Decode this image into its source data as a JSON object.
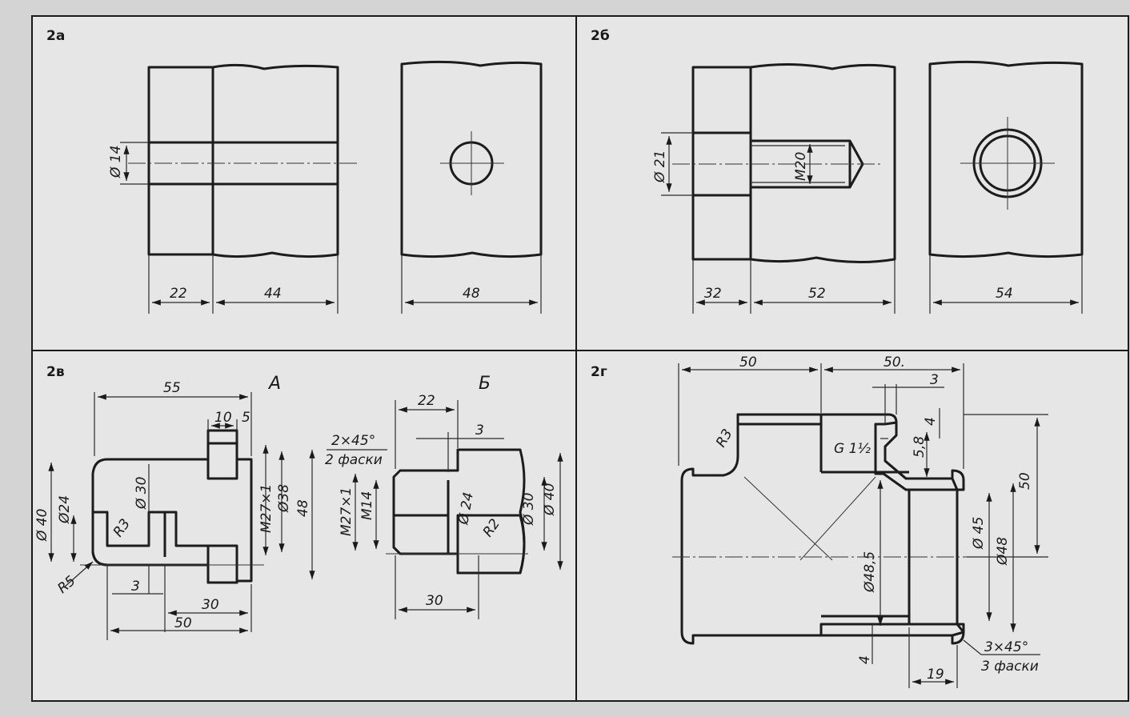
{
  "panels": {
    "a": {
      "label": "2а",
      "dims": {
        "d14": "Ø 14",
        "w22": "22",
        "w44": "44",
        "w48": "48"
      }
    },
    "b": {
      "label": "2б",
      "dims": {
        "d21": "Ø 21",
        "m20": "M20",
        "w32": "32",
        "w52": "52",
        "w54": "54"
      }
    },
    "c": {
      "label": "2в",
      "view_a": "A",
      "view_b": "Б",
      "dims": {
        "w55": "55",
        "w10": "10",
        "w5": "5",
        "d40": "Ø 40",
        "d24": "Ø24",
        "d30": "Ø 30",
        "r3": "R3",
        "r5": "R5",
        "m27a": "M27×1",
        "d38": "Ø38",
        "h48": "48",
        "w3": "3",
        "w30": "30",
        "w50": "50",
        "chamfer": "2×45°",
        "chamfer_note": "2 фаски",
        "w22b": "22",
        "w3b": "3",
        "m27b": "M27×1",
        "m14": "M14",
        "d24b": "Ø 24",
        "r2": "R2",
        "d30b": "Ø 30",
        "d40b": "Ø 40",
        "w30b": "30"
      }
    },
    "d": {
      "label": "2г",
      "dims": {
        "w50a": "50",
        "w50b": "50.",
        "w3": "3",
        "h4a": "4",
        "r3": "R3",
        "g": "G 1½",
        "h58": "5,8",
        "h50": "50",
        "d45": "Ø 45",
        "d48": "Ø48",
        "d485": "Ø48,5",
        "h4b": "4",
        "w19": "19",
        "chamfer": "3×45°",
        "chamfer_note": "3 фаски"
      }
    }
  }
}
